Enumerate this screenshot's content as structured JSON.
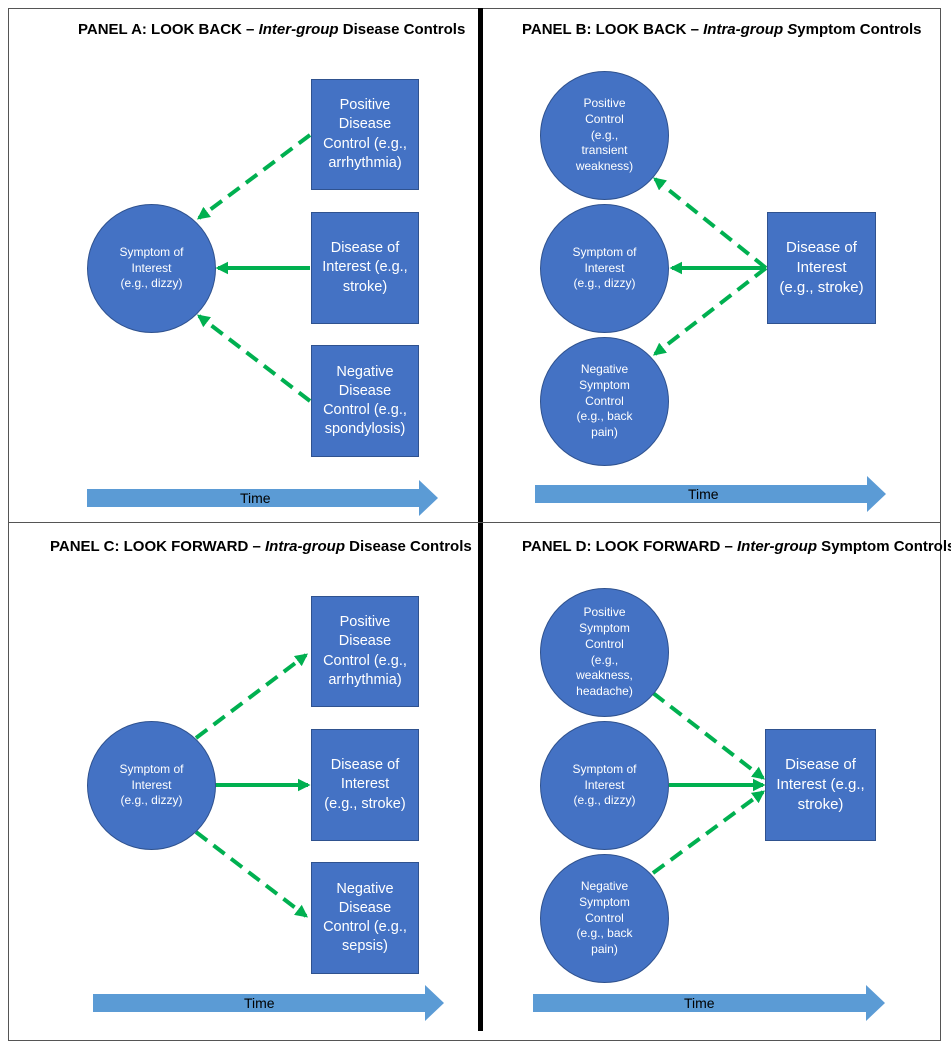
{
  "colors": {
    "node_fill": "#4472c4",
    "node_border": "#2f528f",
    "arrow_green": "#00b050",
    "time_arrow": "#5b9bd5",
    "divider": "#000000"
  },
  "time_label": "Time",
  "panels": [
    {
      "id": "A",
      "title_prefix": "PANEL A: LOOK BACK  –",
      "title_italic": "Inter-group",
      "title_suffix": " Disease Controls",
      "circles": [
        "Symptom of\nInterest\n(e.g., dizzy)"
      ],
      "boxes": [
        "Positive\nDisease\nControl (e.g.,\narrhythmia)",
        "Disease of\nInterest (e.g.,\nstroke)",
        "Negative\nDisease\nControl (e.g.,\nspondylosis)"
      ]
    },
    {
      "id": "B",
      "title_prefix": "PANEL B: LOOK BACK –",
      "title_italic": "Intra-group S",
      "title_suffix": "ymptom Controls",
      "circles": [
        "Positive\nControl\n(e.g.,\ntransient\nweakness)",
        "Symptom of\nInterest\n(e.g., dizzy)",
        "Negative\nSymptom\nControl\n(e.g., back\npain)"
      ],
      "boxes": [
        "Disease of\nInterest\n(e.g., stroke)"
      ]
    },
    {
      "id": "C",
      "title_prefix": "PANEL C: LOOK FORWARD  –",
      "title_italic": "Intra-group",
      "title_suffix": " Disease Controls",
      "circles": [
        "Symptom of\nInterest\n(e.g., dizzy)"
      ],
      "boxes": [
        "Positive\nDisease\nControl (e.g.,\narrhythmia)",
        "Disease of\nInterest\n(e.g., stroke)",
        "Negative\nDisease\nControl (e.g.,\nsepsis)"
      ]
    },
    {
      "id": "D",
      "title_prefix": "PANEL D: LOOK FORWARD  –",
      "title_italic": "Inter-group",
      "title_suffix": " Symptom Controls",
      "circles": [
        "Positive\nSymptom\nControl\n(e.g.,\nweakness,\nheadache)",
        "Symptom of\nInterest\n(e.g., dizzy)",
        "Negative\nSymptom\nControl\n(e.g., back\npain)"
      ],
      "boxes": [
        "Disease of\nInterest (e.g.,\nstroke)"
      ]
    }
  ]
}
